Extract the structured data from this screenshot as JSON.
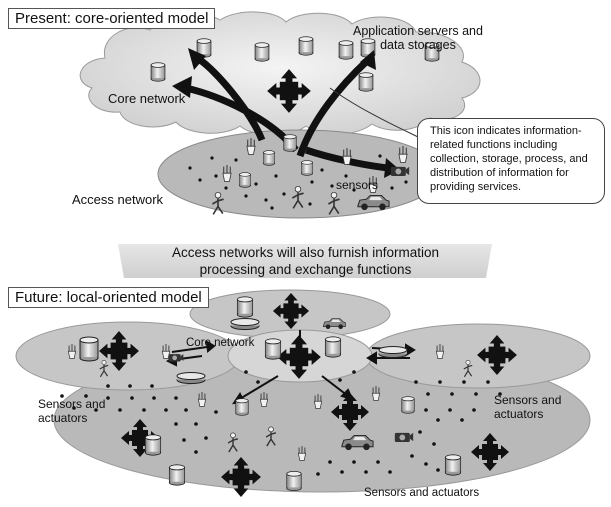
{
  "present": {
    "title": "Present: core-oriented model",
    "app_servers_label": "Application servers and\ndata storages",
    "core_network_label": "Core network",
    "access_network_label": "Access network",
    "sensors_label": "sensors",
    "callout_text": "This icon indicates information-related functions including collection, storage, process, and distribution of information for providing services."
  },
  "transition": {
    "text": "Access networks will also furnish information\nprocessing and exchange functions"
  },
  "future": {
    "title": "Future: local-oriented model",
    "core_network_label": "Core network",
    "sensors_actuators_left": "Sensors and\nactuators",
    "sensors_actuators_right": "Sensors and\nactuators",
    "sensors_actuators_bottom": "Sensors and actuators"
  },
  "icons": {
    "info_function": "four-way-arrow-icon",
    "storage": "cylinder-storage-icon",
    "sensor": "sensor-antenna-icon",
    "person": "person-icon",
    "car": "car-icon",
    "camera": "camera-icon"
  }
}
